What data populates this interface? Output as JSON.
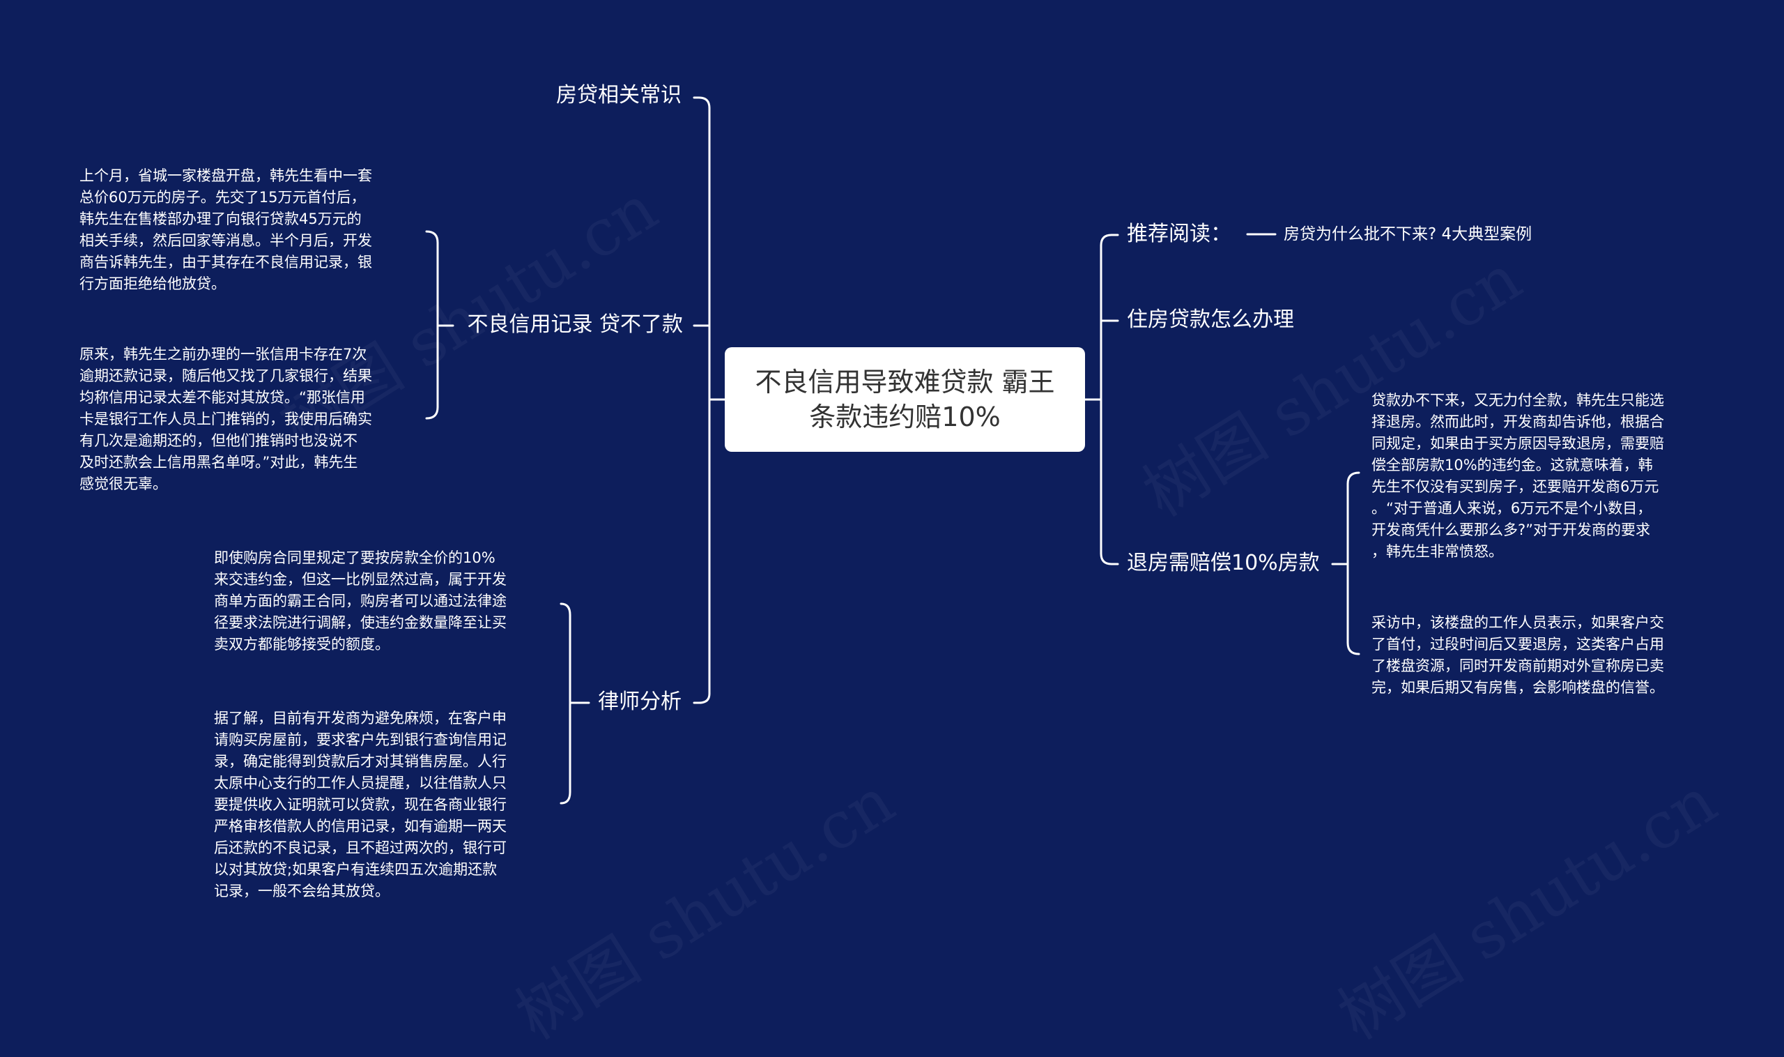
{
  "root": {
    "line1": "不良信用导致难贷款 霸王",
    "line2": "条款违约赔10%"
  },
  "left": {
    "b1": {
      "label": "房贷相关常识"
    },
    "b2": {
      "label": "不良信用记录 贷不了款",
      "p1": [
        "上个月，省城一家楼盘开盘，韩先生看中一套",
        "总价60万元的房子。先交了15万元首付后，",
        "韩先生在售楼部办理了向银行贷款45万元的",
        "相关手续，然后回家等消息。半个月后，开发",
        "商告诉韩先生，由于其存在不良信用记录，银",
        "行方面拒绝给他放贷。"
      ],
      "p2": [
        "原来，韩先生之前办理的一张信用卡存在7次",
        "逾期还款记录，随后他又找了几家银行，结果",
        "均称信用记录太差不能对其放贷。“那张信用",
        "卡是银行工作人员上门推销的，我使用后确实",
        "有几次是逾期还的，但他们推销时也没说不",
        "及时还款会上信用黑名单呀。”对此，韩先生",
        "感觉很无辜。"
      ]
    },
    "b3": {
      "label": "律师分析",
      "p1": [
        "即使购房合同里规定了要按房款全价的10%",
        "来交违约金，但这一比例显然过高，属于开发",
        "商单方面的霸王合同，购房者可以通过法律途",
        "径要求法院进行调解，使违约金数量降至让买",
        "卖双方都能够接受的额度。"
      ],
      "p2": [
        "据了解，目前有开发商为避免麻烦，在客户申",
        "请购买房屋前，要求客户先到银行查询信用记",
        "录，确定能得到贷款后才对其销售房屋。人行",
        "太原中心支行的工作人员提醒，以往借款人只",
        "要提供收入证明就可以贷款，现在各商业银行",
        "严格审核借款人的信用记录，如有逾期一两天",
        "后还款的不良记录，且不超过两次的，银行可",
        "以对其放贷;如果客户有连续四五次逾期还款",
        "记录，一般不会给其放贷。"
      ]
    }
  },
  "right": {
    "b1": {
      "label": "推荐阅读：",
      "link": "房贷为什么批不下来? 4大典型案例"
    },
    "b2": {
      "label": "住房贷款怎么办理"
    },
    "b3": {
      "label": "退房需赔偿10%房款",
      "p1": [
        "贷款办不下来，又无力付全款，韩先生只能选",
        "择退房。然而此时，开发商却告诉他，根据合",
        "同规定，如果由于买方原因导致退房，需要赔",
        "偿全部房款10%的违约金。这就意味着，韩",
        "先生不仅没有买到房子，还要赔开发商6万元",
        "。“对于普通人来说，6万元不是个小数目，",
        "开发商凭什么要那么多?”对于开发商的要求",
        "，韩先生非常愤怒。"
      ],
      "p2": [
        "采访中，该楼盘的工作人员表示，如果客户交",
        "了首付，过段时间后又要退房，这类客户占用",
        "了楼盘资源，同时开发商前期对外宣称房已卖",
        "完，如果后期又有房售，会影响楼盘的信誉。"
      ]
    }
  },
  "watermark": "树图 shutu.cn",
  "colors": {
    "background": "#0d1e5c",
    "line": "#ffffff",
    "root_fill": "#ffffff",
    "root_text": "#333333"
  }
}
